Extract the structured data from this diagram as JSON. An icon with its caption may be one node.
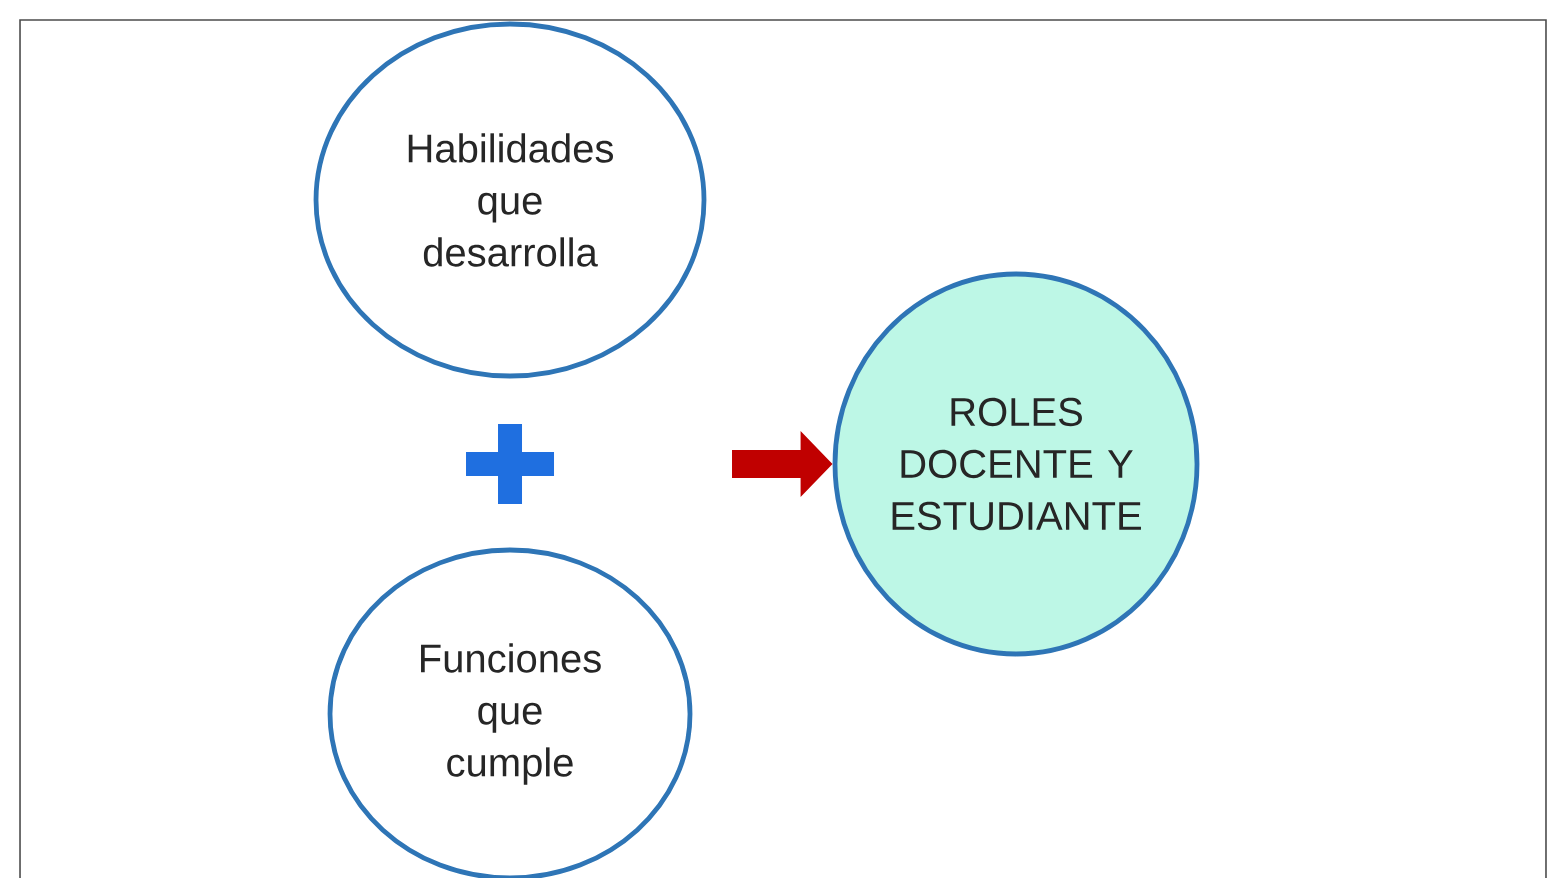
{
  "diagram": {
    "nodes": [
      {
        "text": [
          "Habilidades que desarrolla"
        ]
      },
      {
        "text": [
          "Funciones que cumple"
        ]
      },
      {
        "text": [
          "ROLES DOCENTE Y ESTUDIANTE"
        ]
      }
    ],
    "edges": [
      {
        "from": null,
        "to": 2,
        "arrow": "to",
        "color": "#c00000"
      }
    ]
  }
}
